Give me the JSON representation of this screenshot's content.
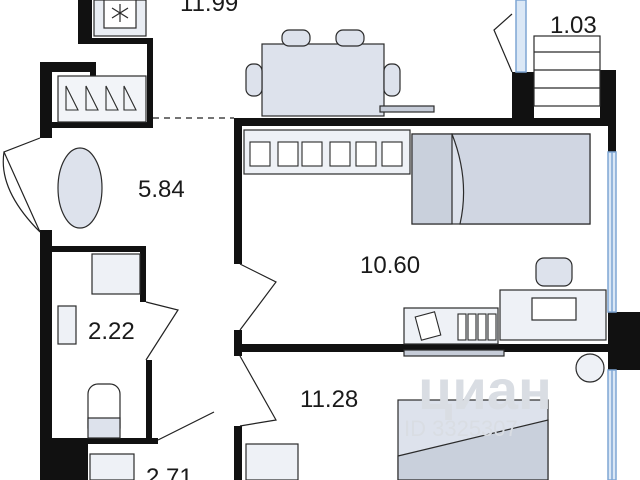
{
  "rooms": [
    {
      "id": "kitchen",
      "area": "11.99"
    },
    {
      "id": "balcony",
      "area": "1.03"
    },
    {
      "id": "hall",
      "area": "5.84"
    },
    {
      "id": "bedroom-top",
      "area": "10.60"
    },
    {
      "id": "bathroom",
      "area": "2.22"
    },
    {
      "id": "bedroom-bottom",
      "area": "11.28"
    },
    {
      "id": "wc",
      "area": "2.71"
    }
  ],
  "watermark": {
    "brand": "циан",
    "id_text": "ID 3325307"
  },
  "colors": {
    "wall": "#111111",
    "furniture_fill": "#dde2ec",
    "furniture_stroke": "#2b2b2b",
    "window": "#b7d0ec"
  }
}
